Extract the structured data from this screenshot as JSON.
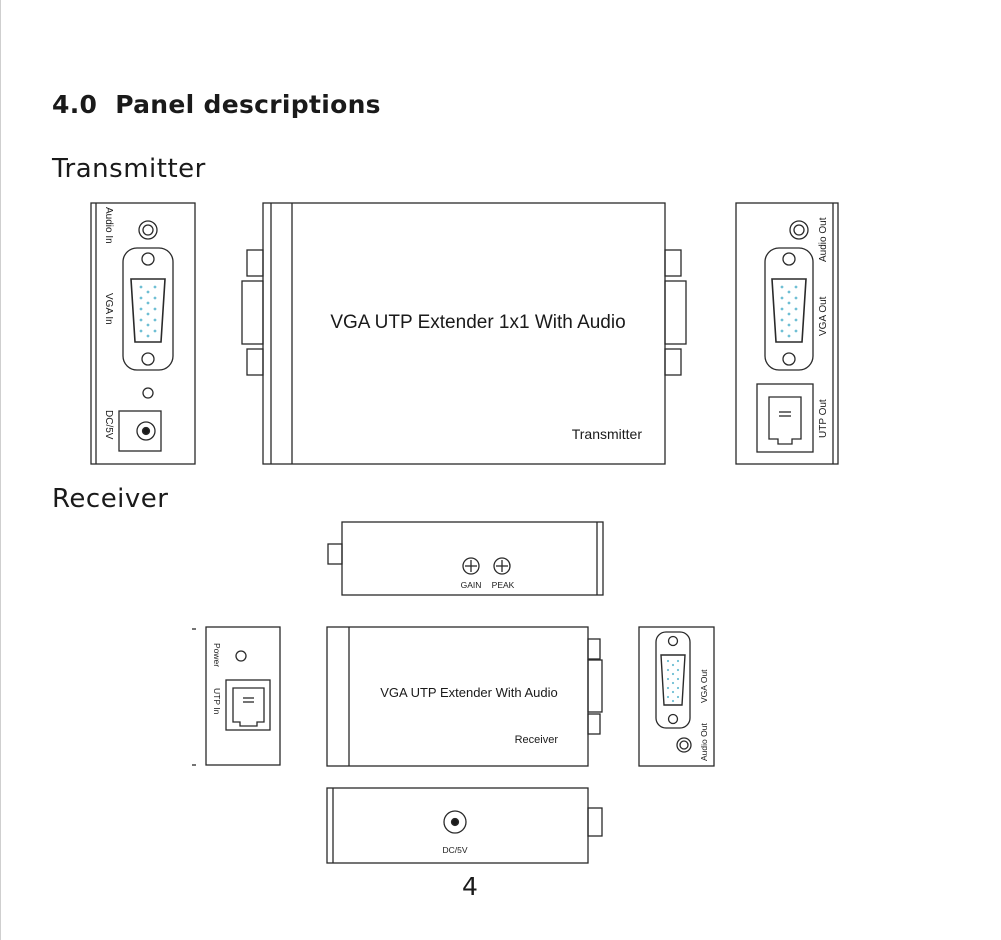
{
  "section": {
    "number": "4.0",
    "title": "Panel descriptions"
  },
  "transmitter": {
    "heading": "Transmitter",
    "left_panel": {
      "audio_label": "Audio In",
      "vga_label": "VGA In",
      "dc_label": "DC/5V"
    },
    "top_view": {
      "product_name": "VGA UTP Extender 1x1 With Audio",
      "unit_label": "Transmitter"
    },
    "right_panel": {
      "audio_label": "Audio Out",
      "vga_label": "VGA Out",
      "utp_label": "UTP Out"
    }
  },
  "receiver": {
    "heading": "Receiver",
    "side_top": {
      "gain_label": "GAIN",
      "peak_label": "PEAK"
    },
    "left_panel": {
      "power_label": "Power",
      "utp_label": "UTP In"
    },
    "top_view": {
      "product_name": "VGA UTP Extender With Audio",
      "unit_label": "Receiver"
    },
    "right_panel": {
      "vga_label": "VGA Out",
      "audio_label": "Audio Out"
    },
    "side_bottom": {
      "dc_label": "DC/5V"
    }
  },
  "page_number": "4",
  "colors": {
    "line": "#2a2a2a",
    "vga_pins": "#6fbfd4"
  }
}
